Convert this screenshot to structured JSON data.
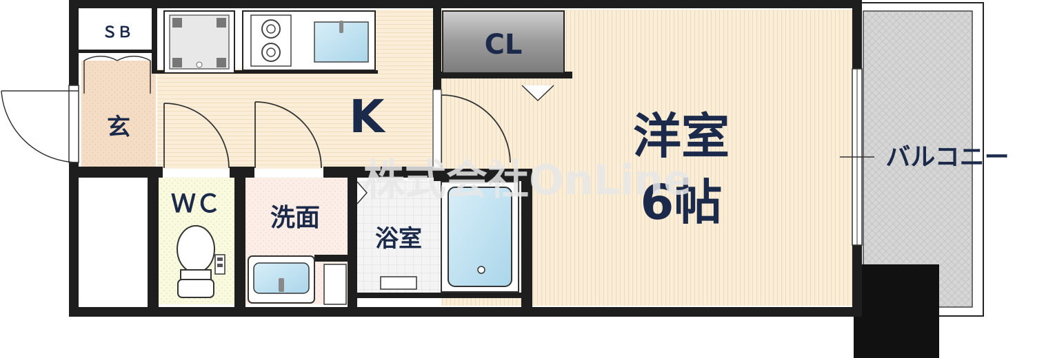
{
  "labels": {
    "sb": "ＳＢ",
    "entrance": "玄",
    "kitchen": "K",
    "closet": "CL",
    "western_room_line1": "洋室",
    "western_room_line2": "6帖",
    "balcony": "バルコニー",
    "wc": "ＷＣ",
    "washroom": "洗面",
    "bathroom": "浴室"
  },
  "watermark": "株式会社OnLine"
}
